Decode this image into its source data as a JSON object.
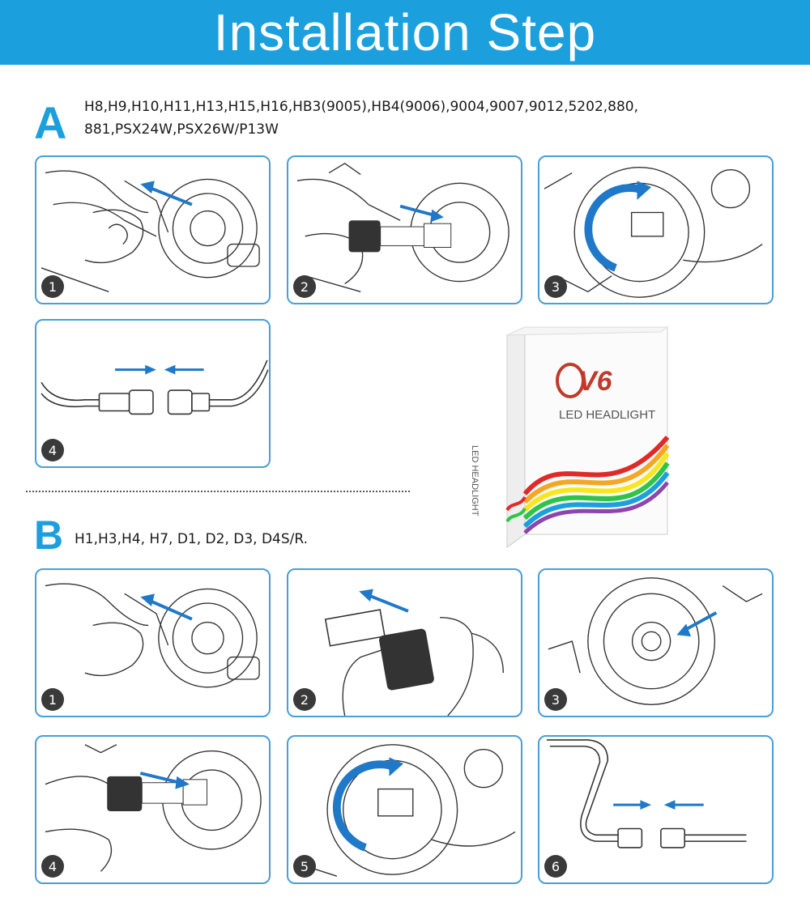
{
  "header": {
    "title": "Installation Step"
  },
  "section_a": {
    "letter": "A",
    "models_line1": "H8,H9,H10,H11,H13,H15,H16,HB3(9005),HB4(9006),9004,9007,9012,5202,880,",
    "models_line2": "881,PSX24W,PSX26W/P13W",
    "steps": [
      "1",
      "2",
      "3",
      "4"
    ]
  },
  "section_b": {
    "letter": "B",
    "models": "H1,H3,H4, H7, D1, D2, D3, D4S/R.",
    "steps": [
      "1",
      "2",
      "3",
      "4",
      "5",
      "6"
    ]
  },
  "product": {
    "logo": "V6",
    "name": "LED HEADLIGHT",
    "side_text": "LED HEADLIGHT"
  },
  "colors": {
    "accent": "#1ba0dd",
    "panel_border": "#4a9fd4",
    "arrow": "#1f78c8"
  }
}
